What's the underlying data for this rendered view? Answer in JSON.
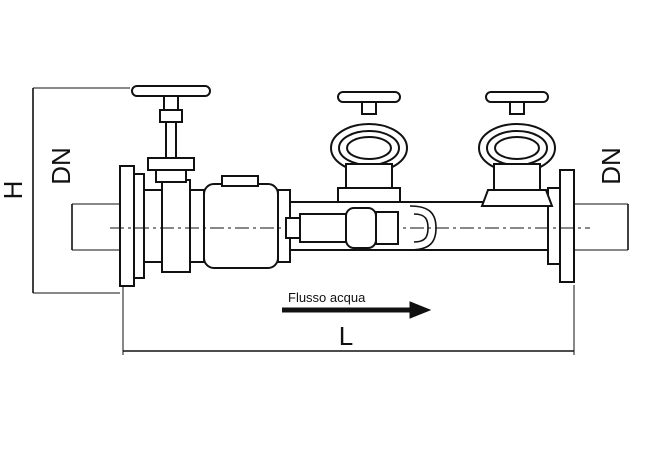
{
  "labels": {
    "height": "H",
    "left_diameter": "DN",
    "right_diameter": "DN",
    "length": "L",
    "flow": "Flusso acqua"
  },
  "colors": {
    "line": "#111111",
    "background": "#ffffff"
  }
}
